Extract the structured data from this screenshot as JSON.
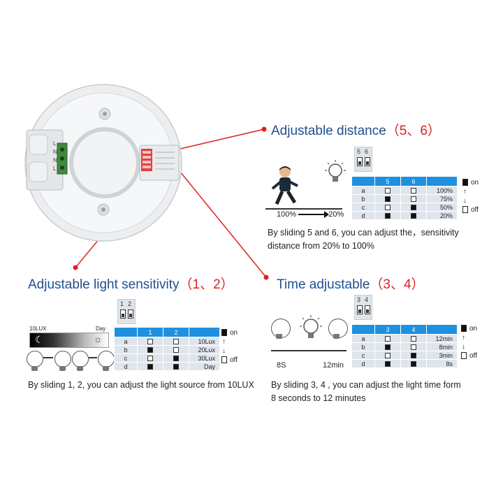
{
  "sections": {
    "distance": {
      "title": "Adjustable distance",
      "title_suffix": "（5、6）",
      "switch_numbers": [
        "5",
        "6"
      ],
      "table_headers": [
        "5",
        "6"
      ],
      "rows": [
        {
          "label": "a",
          "sw": [
            false,
            false
          ],
          "value": "100%"
        },
        {
          "label": "b",
          "sw": [
            true,
            false
          ],
          "value": "75%"
        },
        {
          "label": "c",
          "sw": [
            false,
            true
          ],
          "value": "50%"
        },
        {
          "label": "d",
          "sw": [
            true,
            true
          ],
          "value": "20%"
        }
      ],
      "arrow_from": "100%",
      "arrow_to": "20%",
      "caption_line1": "By sliding 5 and 6, you can adjust the，sensitivity",
      "caption_line2": "distance from 20% to 100%"
    },
    "light": {
      "title": "Adjustable light sensitivity",
      "title_suffix": "（1、2）",
      "switch_numbers": [
        "1",
        "2"
      ],
      "table_headers": [
        "1",
        "2"
      ],
      "rows": [
        {
          "label": "a",
          "sw": [
            false,
            false
          ],
          "value": "10Lux"
        },
        {
          "label": "b",
          "sw": [
            true,
            false
          ],
          "value": "20Lux"
        },
        {
          "label": "c",
          "sw": [
            false,
            true
          ],
          "value": "30Lux"
        },
        {
          "label": "d",
          "sw": [
            true,
            true
          ],
          "value": "Day"
        }
      ],
      "gradient_left": "10LUX",
      "gradient_right": "Day",
      "caption": "By sliding 1, 2, you can adjust the light source from 10LUX"
    },
    "time": {
      "title": "Time adjustable",
      "title_suffix": "（3、4）",
      "switch_numbers": [
        "3",
        "4"
      ],
      "table_headers": [
        "3",
        "4"
      ],
      "rows": [
        {
          "label": "a",
          "sw": [
            false,
            false
          ],
          "value": "12min"
        },
        {
          "label": "b",
          "sw": [
            true,
            false
          ],
          "value": "8min"
        },
        {
          "label": "c",
          "sw": [
            false,
            true
          ],
          "value": "3min"
        },
        {
          "label": "d",
          "sw": [
            true,
            true
          ],
          "value": "8s"
        }
      ],
      "arrow_from": "8S",
      "arrow_to": "12min",
      "caption_line1": "By sliding 3, 4 , you can adjust the light time form",
      "caption_line2": "8 seconds to 12 minutes"
    }
  },
  "legend": {
    "on": "on",
    "off": "off"
  },
  "device_terminal_labels": [
    "L",
    "N",
    "N",
    "L"
  ],
  "colors": {
    "title_blue": "#1f4f8f",
    "accent_red": "#e02020",
    "table_header": "#1e90e0"
  }
}
